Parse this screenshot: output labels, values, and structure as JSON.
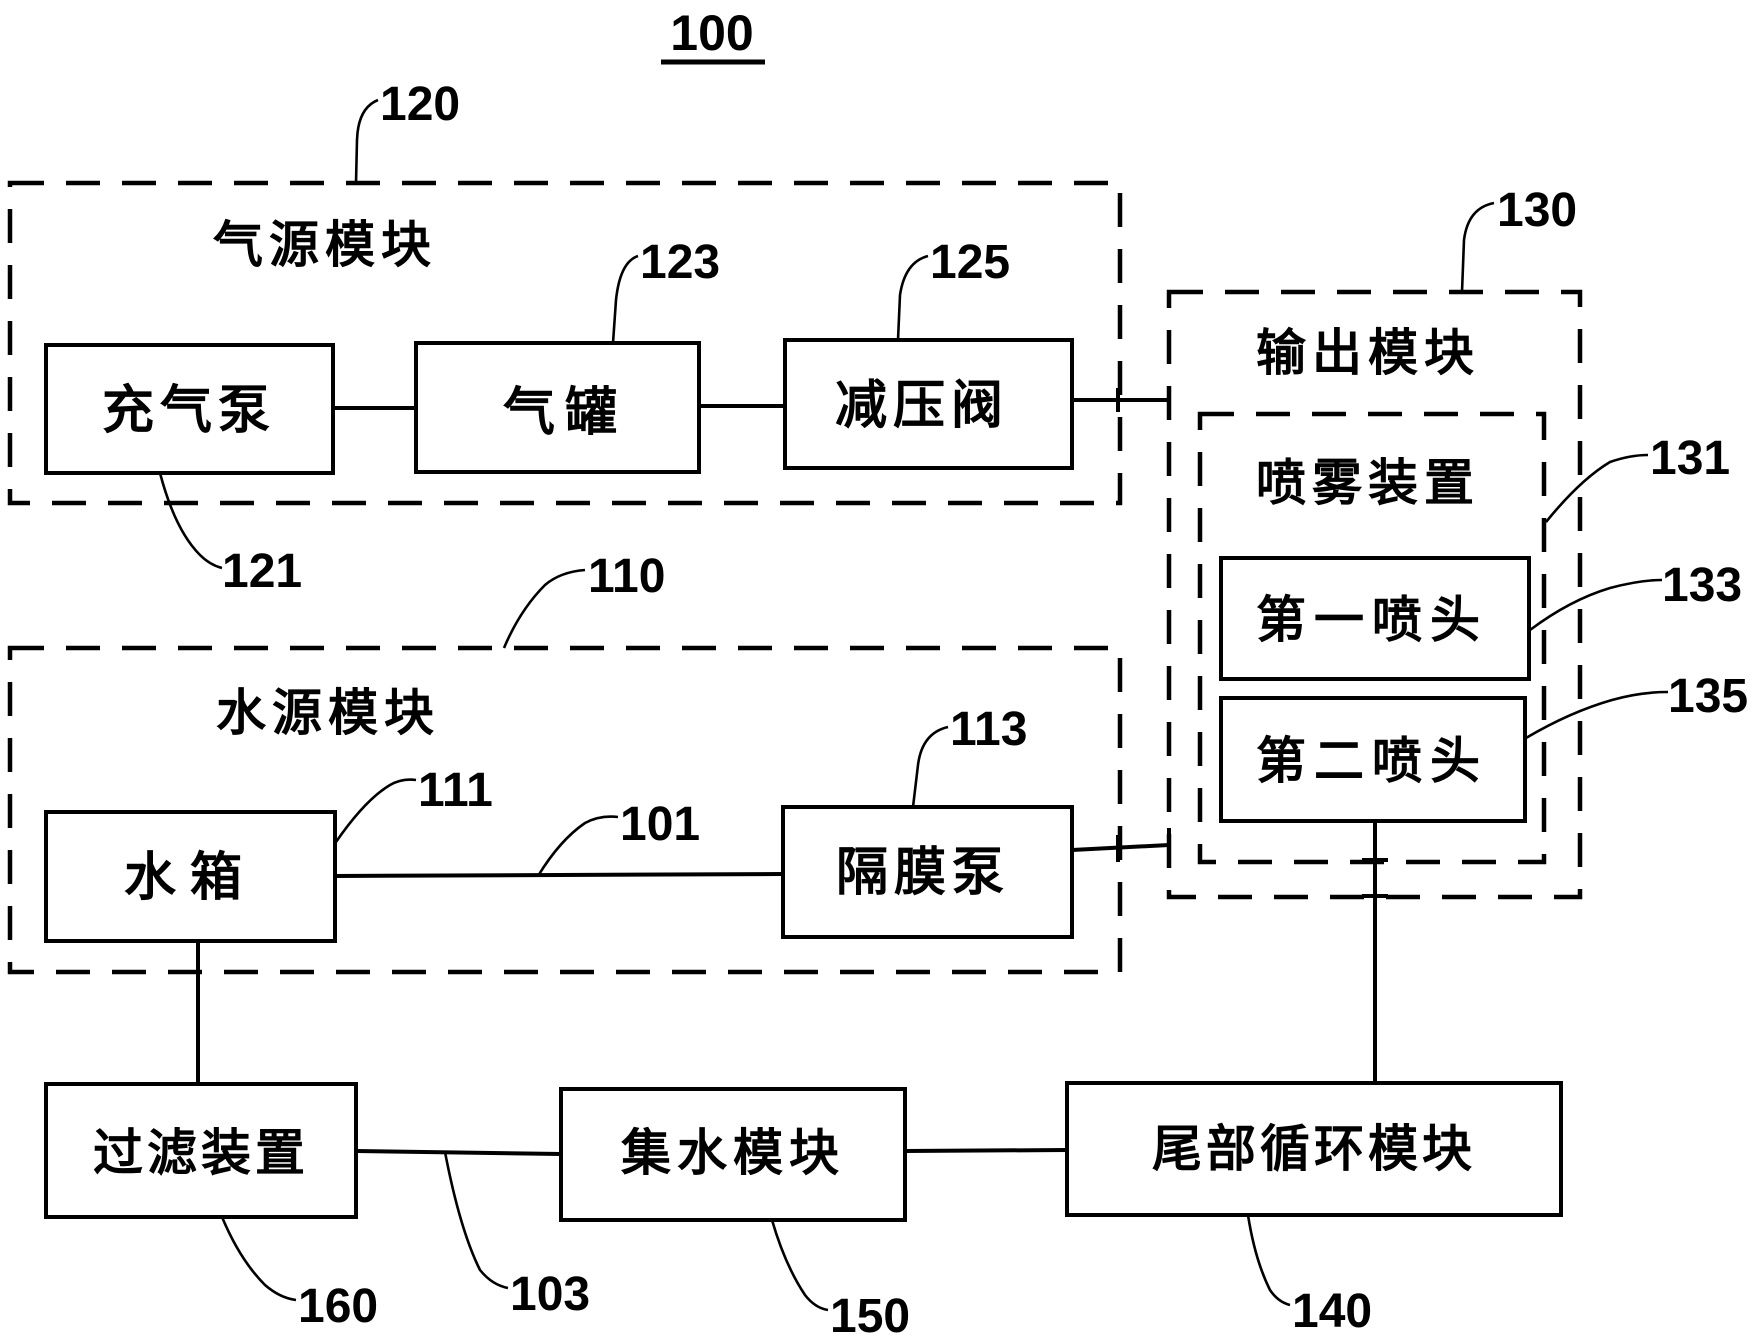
{
  "figure": {
    "title_ref": "100",
    "modules": {
      "air_source": {
        "ref": "120",
        "label": "气源模块"
      },
      "water_source": {
        "ref": "110",
        "label": "水源模块"
      },
      "output": {
        "ref": "130",
        "label": "输出模块"
      },
      "spray_device": {
        "ref": "131",
        "label": "喷雾装置"
      }
    },
    "components": {
      "inflation_pump": {
        "ref": "121",
        "label": "充气泵"
      },
      "gas_tank": {
        "ref": "123",
        "label": "气罐"
      },
      "pressure_reducing_valve": {
        "ref": "125",
        "label": "减压阀"
      },
      "water_tank": {
        "ref": "111",
        "label": "水箱"
      },
      "diaphragm_pump": {
        "ref": "113",
        "label": "隔膜泵"
      },
      "first_nozzle": {
        "ref": "133",
        "label": "第一喷头"
      },
      "second_nozzle": {
        "ref": "135",
        "label": "第二喷头"
      },
      "filter_device": {
        "ref": "160",
        "label": "过滤装置"
      },
      "water_collection_module": {
        "ref": "150",
        "label": "集水模块"
      },
      "tail_circulation_module": {
        "ref": "140",
        "label": "尾部循环模块"
      }
    },
    "pipes": {
      "pipe_101": {
        "ref": "101"
      },
      "pipe_103": {
        "ref": "103"
      }
    }
  }
}
